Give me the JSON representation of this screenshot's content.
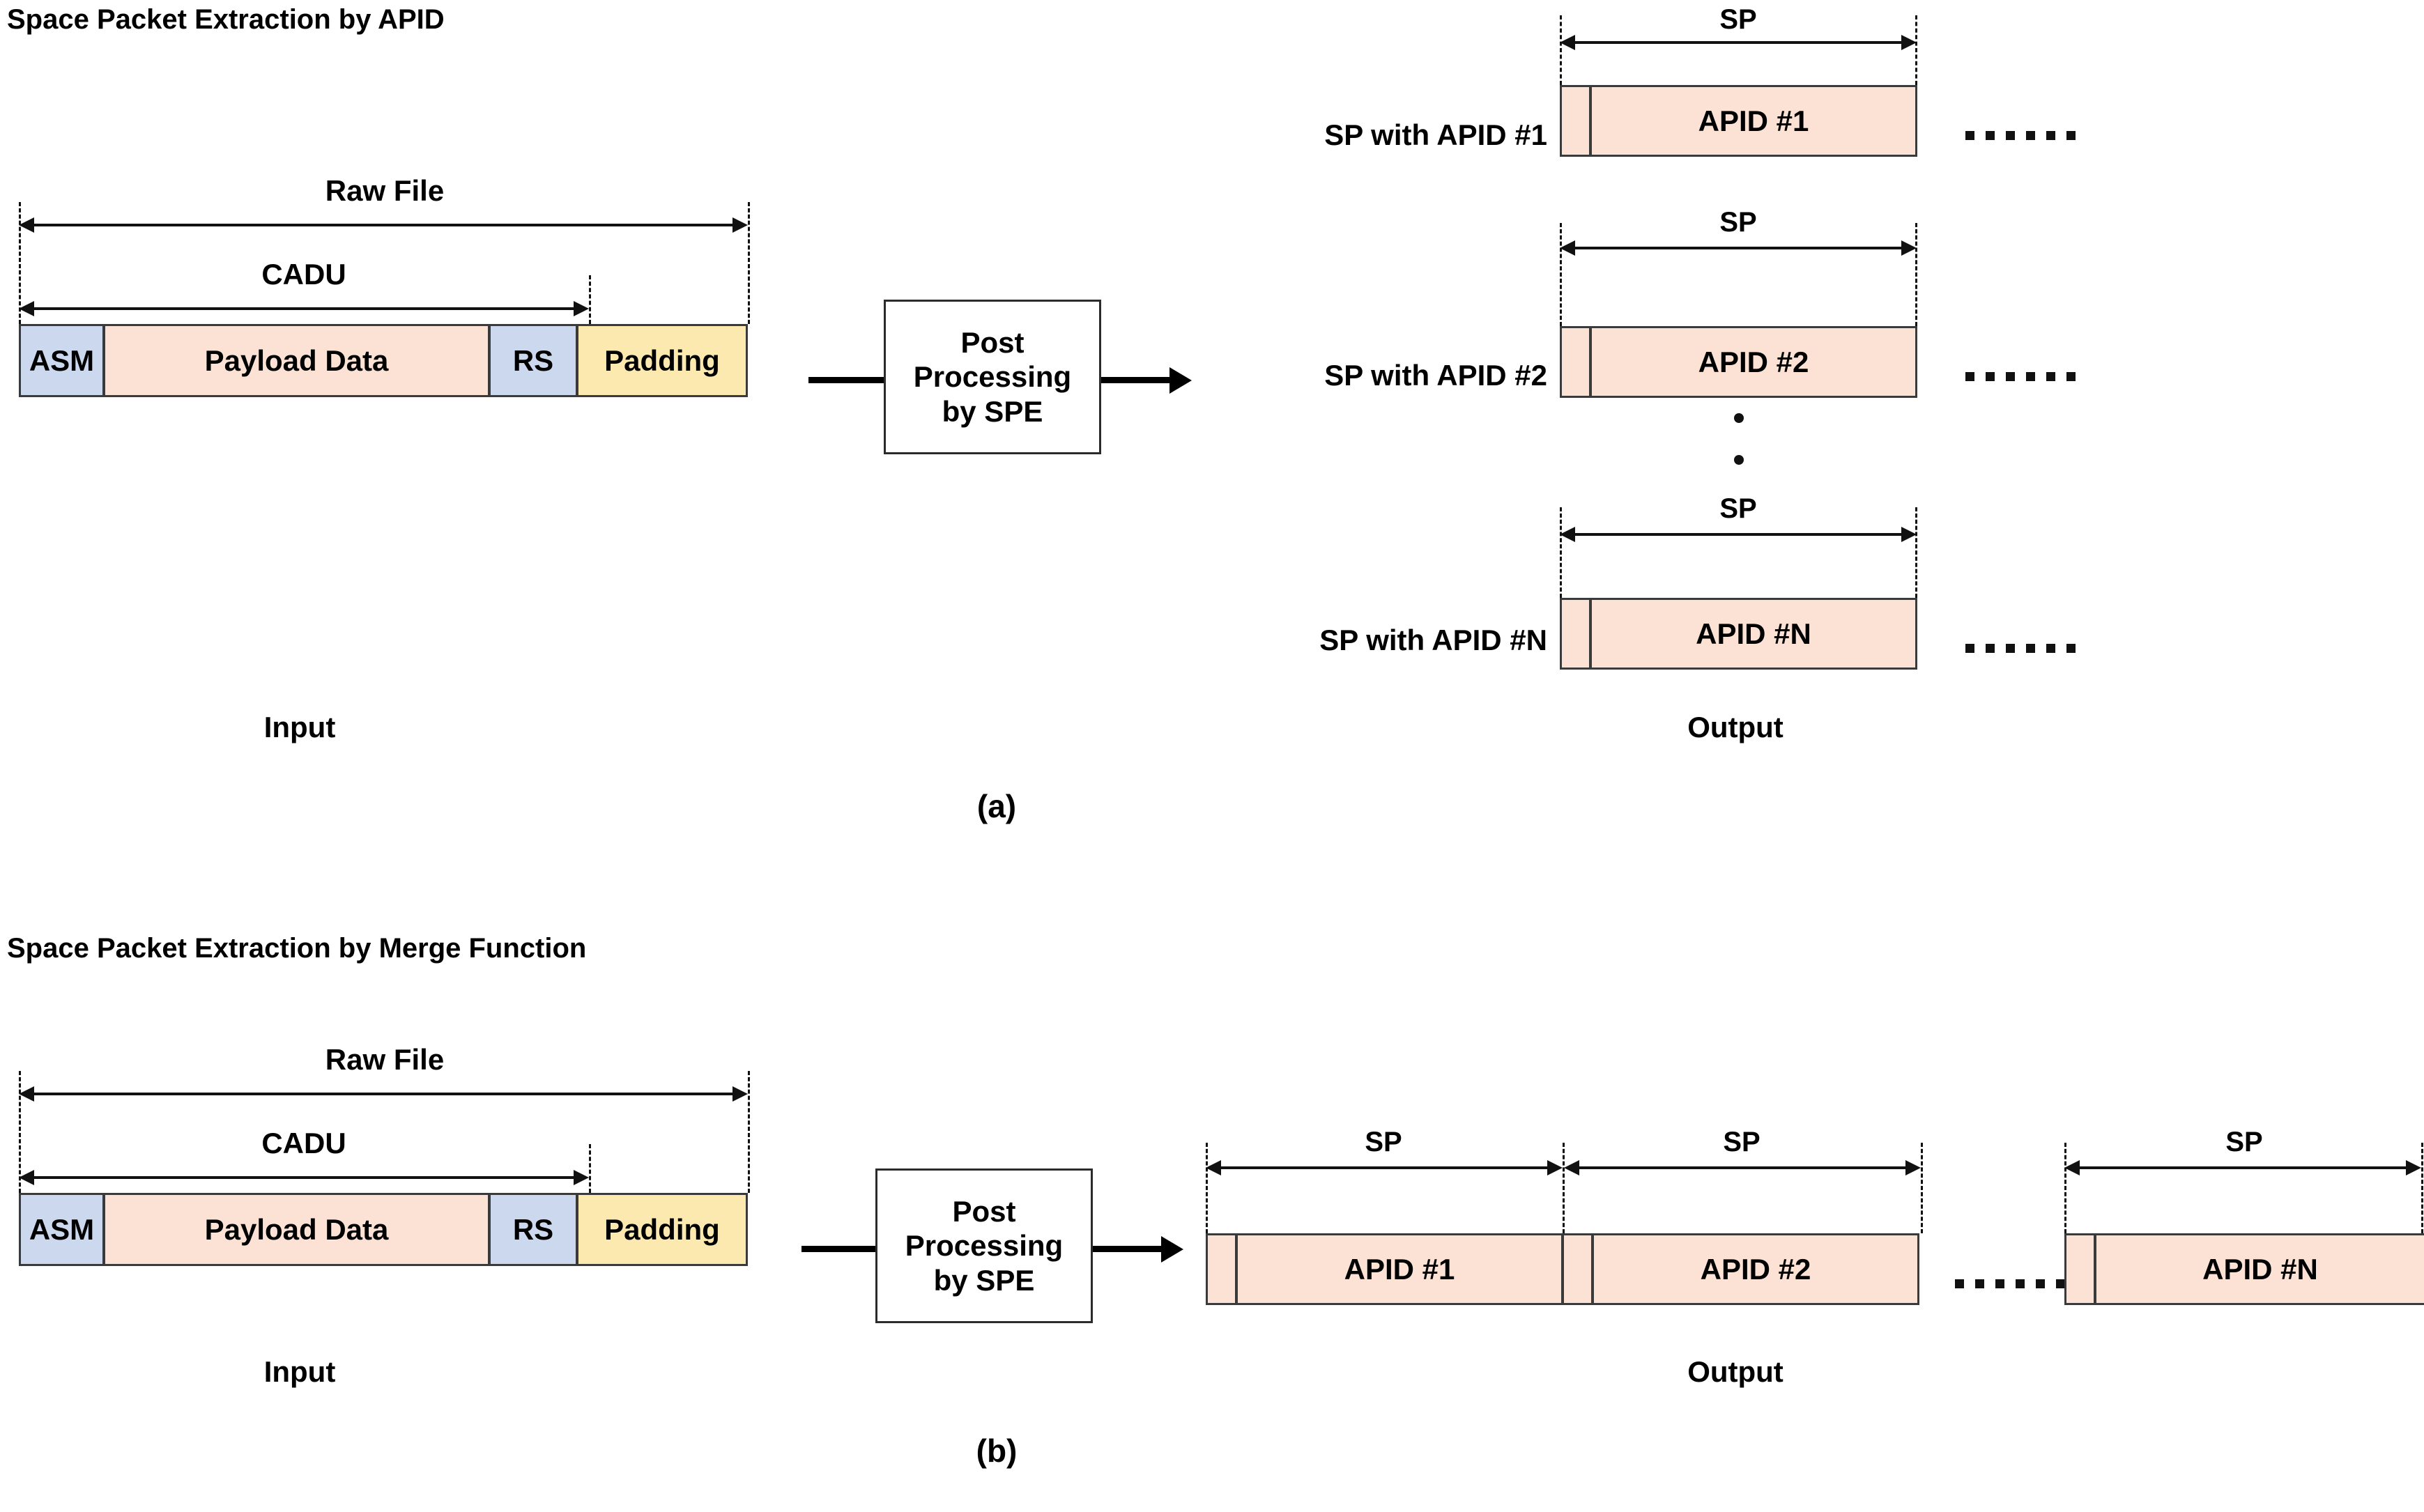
{
  "panels": [
    {
      "id": "a",
      "title": "Space Packet Extraction by APID",
      "figure_label": "(a)",
      "input_label": "Input",
      "output_label": "Output",
      "raw_file_label": "Raw File",
      "cadu_label": "CADU",
      "frame_segments": [
        {
          "label": "ASM",
          "color": "#ccd8ee"
        },
        {
          "label": "Payload Data",
          "color": "#fbe2d5"
        },
        {
          "label": "RS",
          "color": "#ccd8ee"
        },
        {
          "label": "Padding",
          "color": "#fce9af"
        }
      ],
      "process": {
        "line1": "Post",
        "line2": "Processing",
        "line3": "by SPE"
      },
      "sp_label": "SP",
      "ellipsis": "… …",
      "outputs": [
        {
          "row_label": "SP with APID #1",
          "packet_label": "APID #1"
        },
        {
          "row_label": "SP with APID #2",
          "packet_label": "APID #2"
        },
        {
          "row_label": "SP with APID #N",
          "packet_label": "APID #N"
        }
      ]
    },
    {
      "id": "b",
      "title": "Space Packet Extraction by Merge Function",
      "figure_label": "(b)",
      "input_label": "Input",
      "output_label": "Output",
      "raw_file_label": "Raw File",
      "cadu_label": "CADU",
      "frame_segments": [
        {
          "label": "ASM",
          "color": "#ccd8ee"
        },
        {
          "label": "Payload Data",
          "color": "#fbe2d5"
        },
        {
          "label": "RS",
          "color": "#ccd8ee"
        },
        {
          "label": "Padding",
          "color": "#fce9af"
        }
      ],
      "process": {
        "line1": "Post",
        "line2": "Processing",
        "line3": "by SPE"
      },
      "sp_label": "SP",
      "ellipsis": "… …",
      "outputs": [
        {
          "packet_label": "APID #1"
        },
        {
          "packet_label": "APID #2"
        },
        {
          "packet_label": "APID #N"
        }
      ]
    }
  ],
  "colors": {
    "header_blue": "#ccd8ee",
    "payload_pink": "#fbe2d5",
    "padding_yellow": "#fce9af",
    "packet_pink": "#fbe2d5",
    "stroke": "#3a3a3a",
    "text": "#000000",
    "background": "#ffffff"
  }
}
